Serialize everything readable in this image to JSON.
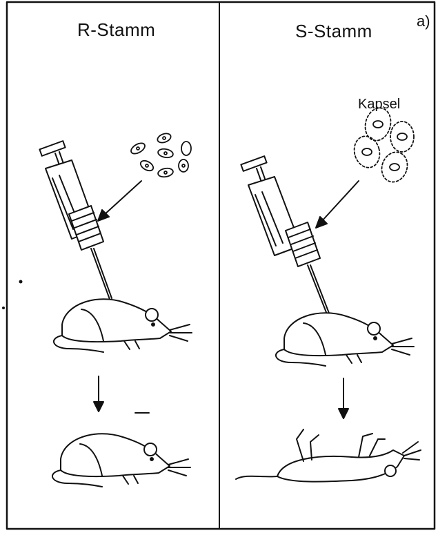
{
  "figure": {
    "panel_marker": "a)",
    "left_panel": {
      "title": "R-Stamm"
    },
    "right_panel": {
      "title": "S-Stamm",
      "capsule_label": "Kapsel"
    }
  }
}
